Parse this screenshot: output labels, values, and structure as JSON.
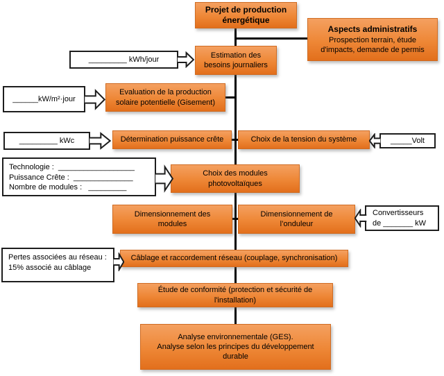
{
  "colors": {
    "node_fill_top": "#f4a060",
    "node_fill_bottom": "#e26f1c",
    "node_border": "#cf6b22",
    "connector": "#000000",
    "callout_border": "#1d1d1d",
    "callout_fill": "#ffffff",
    "text": "#000000"
  },
  "nodes": {
    "projet": {
      "text": "Projet de production\nénergétique"
    },
    "aspects": {
      "title": "Aspects administratifs",
      "body": "Prospection terrain, étude\nd'impacts, demande de permis"
    },
    "estimation": {
      "text": "Estimation des\nbesoins journaliers"
    },
    "evaluation": {
      "text": "Evaluation de la production\nsolaire potentielle (Gisement)"
    },
    "determination": {
      "text": "Détermination puissance crête"
    },
    "tension": {
      "text": "Choix de la tension du système"
    },
    "choix_modules": {
      "text": "Choix des modules\nphotovoltaïques"
    },
    "dim_modules": {
      "text": "Dimensionnement des\nmodules"
    },
    "dim_onduleur": {
      "text": "Dimensionnement de\nl’onduleur"
    },
    "cablage": {
      "text": "Câblage et raccordement réseau (couplage, synchronisation)"
    },
    "conformite": {
      "text": "Étude de conformité (protection et sécurité de\nl'installation)"
    },
    "analyse": {
      "text": "Analyse environnementale (GES).\nAnalyse selon les principes du développement\ndurable"
    }
  },
  "callouts": {
    "kwh": {
      "text": "_________ kWh/jour"
    },
    "kwm2": {
      "text": "______kW/m²·jour"
    },
    "kwc": {
      "text": "_________ kWc"
    },
    "tech": {
      "text": "Technologie :  __________________\nPuissance Crête :  ______________\nNombre de modules :   _________"
    },
    "volt": {
      "text": "_____Volt"
    },
    "convertisseurs": {
      "text": "Convertisseurs\nde  _______  kW"
    },
    "pertes": {
      "text": "Pertes associées au réseau :\n15% associé au câblage"
    }
  }
}
